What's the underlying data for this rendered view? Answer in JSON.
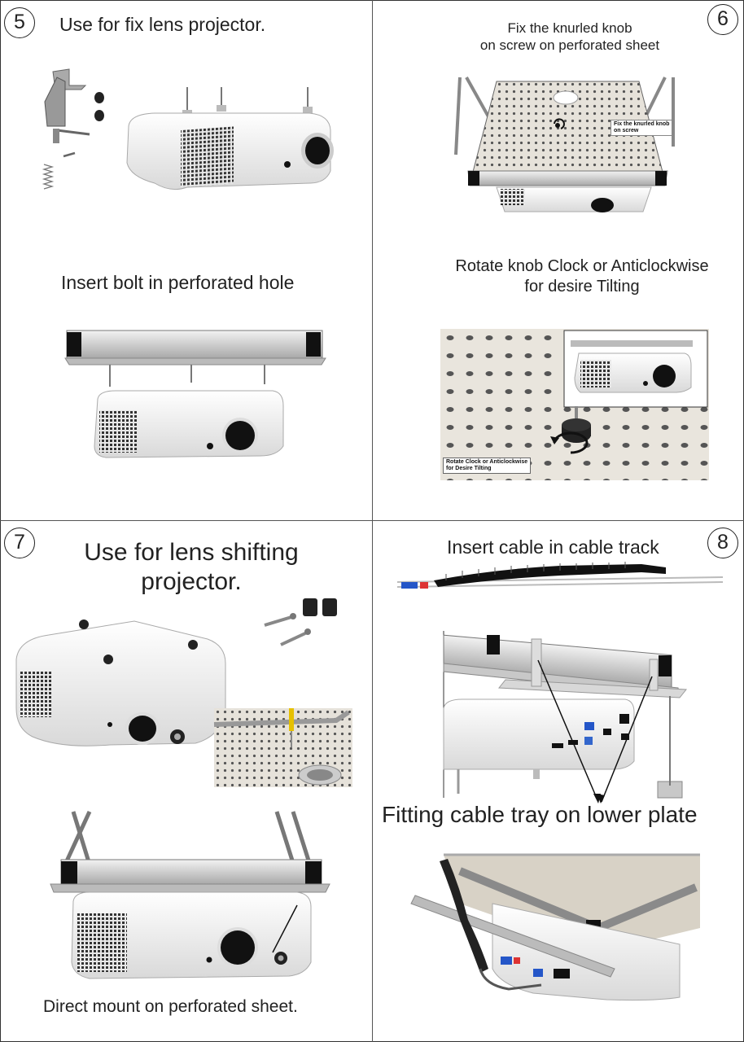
{
  "panels": {
    "p5": {
      "number": "5",
      "title": "Use for fix lens projector.",
      "caption": "Insert bolt in perforated hole"
    },
    "p6": {
      "number": "6",
      "title_line1": "Fix the knurled knob",
      "title_line2": "on screw on perforated sheet",
      "callout_line1": "Fix the knurled knob",
      "callout_line2": "on screw",
      "caption_line1": "Rotate knob Clock or Anticlockwise",
      "caption_line2": "for desire Tilting",
      "rotate_label_line1": "Rotate Clock or  Anticlockwise",
      "rotate_label_line2": "for Desire Tilting"
    },
    "p7": {
      "number": "7",
      "title_line1": "Use for lens shifting",
      "title_line2": "projector.",
      "caption": "Direct mount on perforated sheet."
    },
    "p8": {
      "number": "8",
      "title": "Insert cable in cable track",
      "caption": "Fitting cable tray on lower plate"
    }
  }
}
